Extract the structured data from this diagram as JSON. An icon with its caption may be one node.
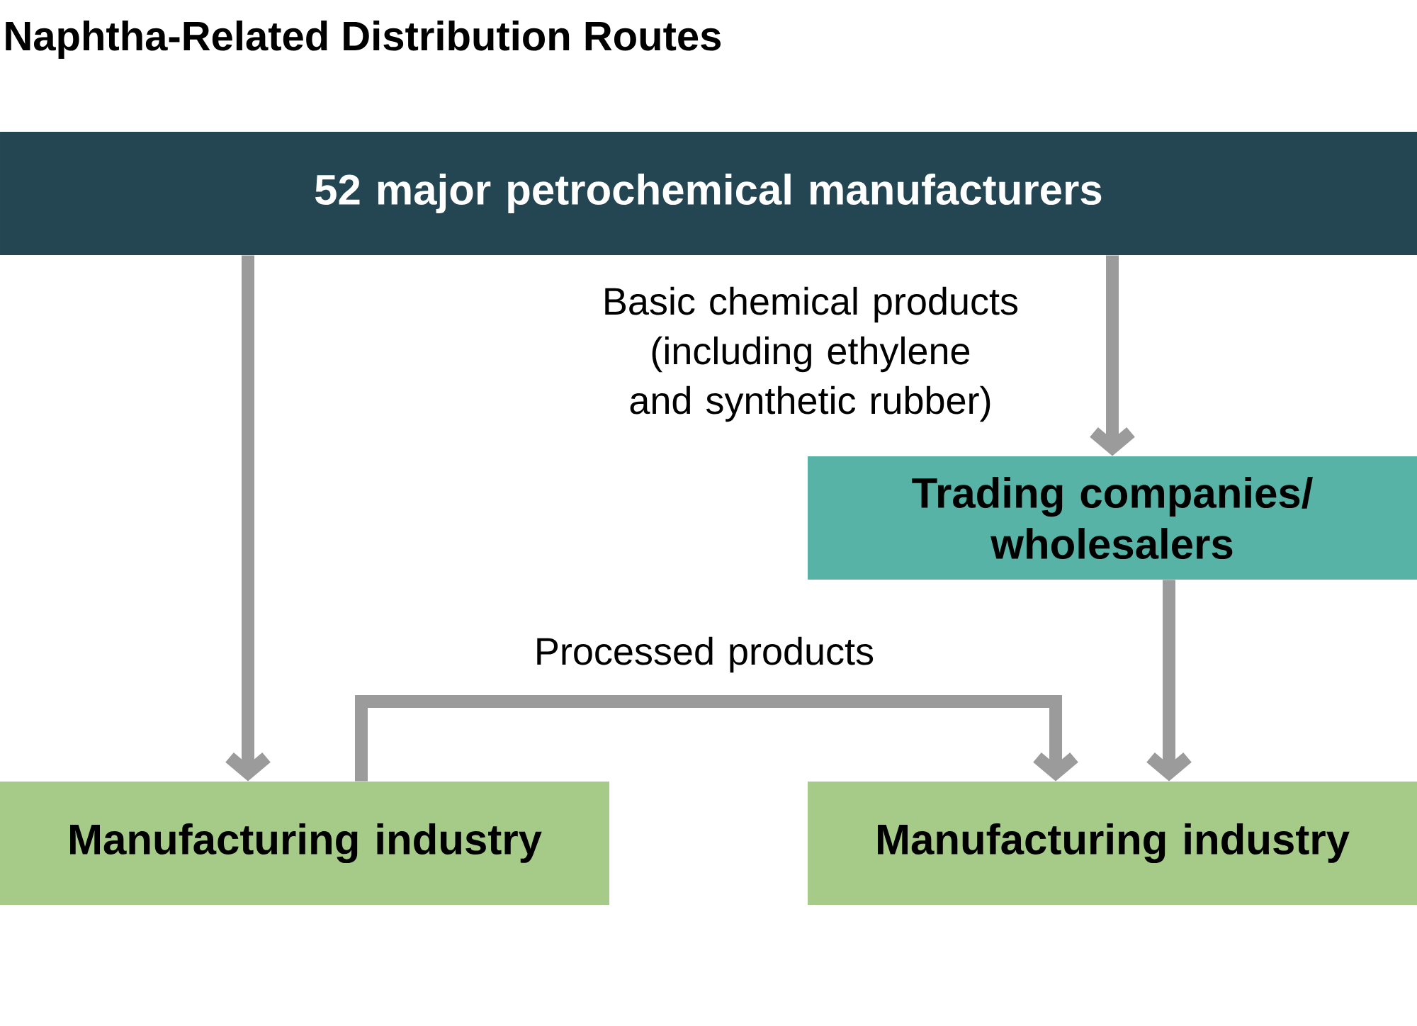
{
  "diagram": {
    "title": "Naphtha-Related Distribution Routes",
    "nodes": [
      {
        "text": [
          "52 major petrochemical manufacturers"
        ]
      },
      {
        "text": [
          "Trading companies/ wholesalers"
        ]
      },
      {
        "text": [
          "Manufacturing industry"
        ]
      },
      {
        "text": [
          "Manufacturing industry"
        ]
      }
    ],
    "edges": [
      {
        "from": 0,
        "to": 2,
        "arrow": "to"
      },
      {
        "from": 0,
        "to": 1,
        "arrow": "to",
        "label": "Basic chemical products (including ethylene and synthetic rubber)"
      },
      {
        "from": 1,
        "to": 3,
        "arrow": "to"
      },
      {
        "from": 2,
        "to": 3,
        "arrow": "to",
        "label": "Processed products"
      }
    ]
  }
}
